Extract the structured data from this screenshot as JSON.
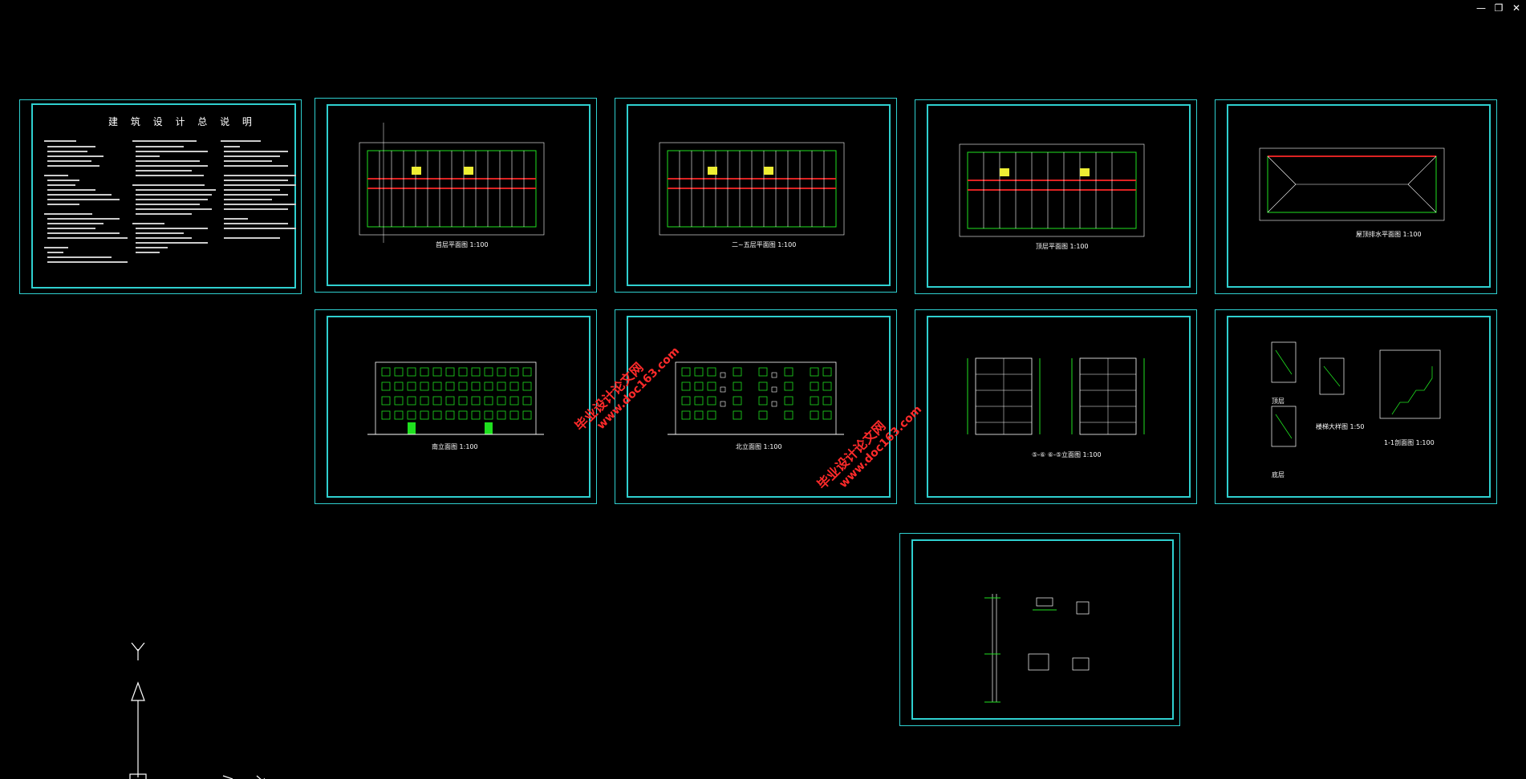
{
  "window": {
    "minimize_icon": "minimize-icon",
    "restore_icon": "restore-icon",
    "close_icon": "close-icon"
  },
  "colors": {
    "background": "#000000",
    "frame": "#2fd0d0",
    "linework": "#1fe01f",
    "watermark": "#ff2a2a"
  },
  "sheets": {
    "notes": {
      "title": "建 筑 设 计 总 说 明"
    },
    "plan_ground": {
      "caption": "首层平面图 1:100"
    },
    "plan_typical": {
      "caption": "二~五层平面图 1:100"
    },
    "plan_top": {
      "caption": "顶层平面图 1:100"
    },
    "plan_roof": {
      "caption": "屋顶排水平面图 1:100"
    },
    "elev_south": {
      "caption": "南立面图 1:100"
    },
    "elev_north": {
      "caption": "北立面图 1:100"
    },
    "elev_side": {
      "caption": "⑤-⑥ ⑥-⑤立面图 1:100"
    },
    "stair": {
      "caption_plan": "楼梯大样图 1:50",
      "caption_section": "1-1剖面图 1:100",
      "label_a": "顶层",
      "label_b": "底层"
    },
    "details": {
      "caption": ""
    }
  },
  "watermarks": [
    {
      "line1": "毕业设计论文网",
      "line2": "www.doc163.com"
    },
    {
      "line1": "毕业设计论文网",
      "line2": "www.doc163.com"
    }
  ]
}
